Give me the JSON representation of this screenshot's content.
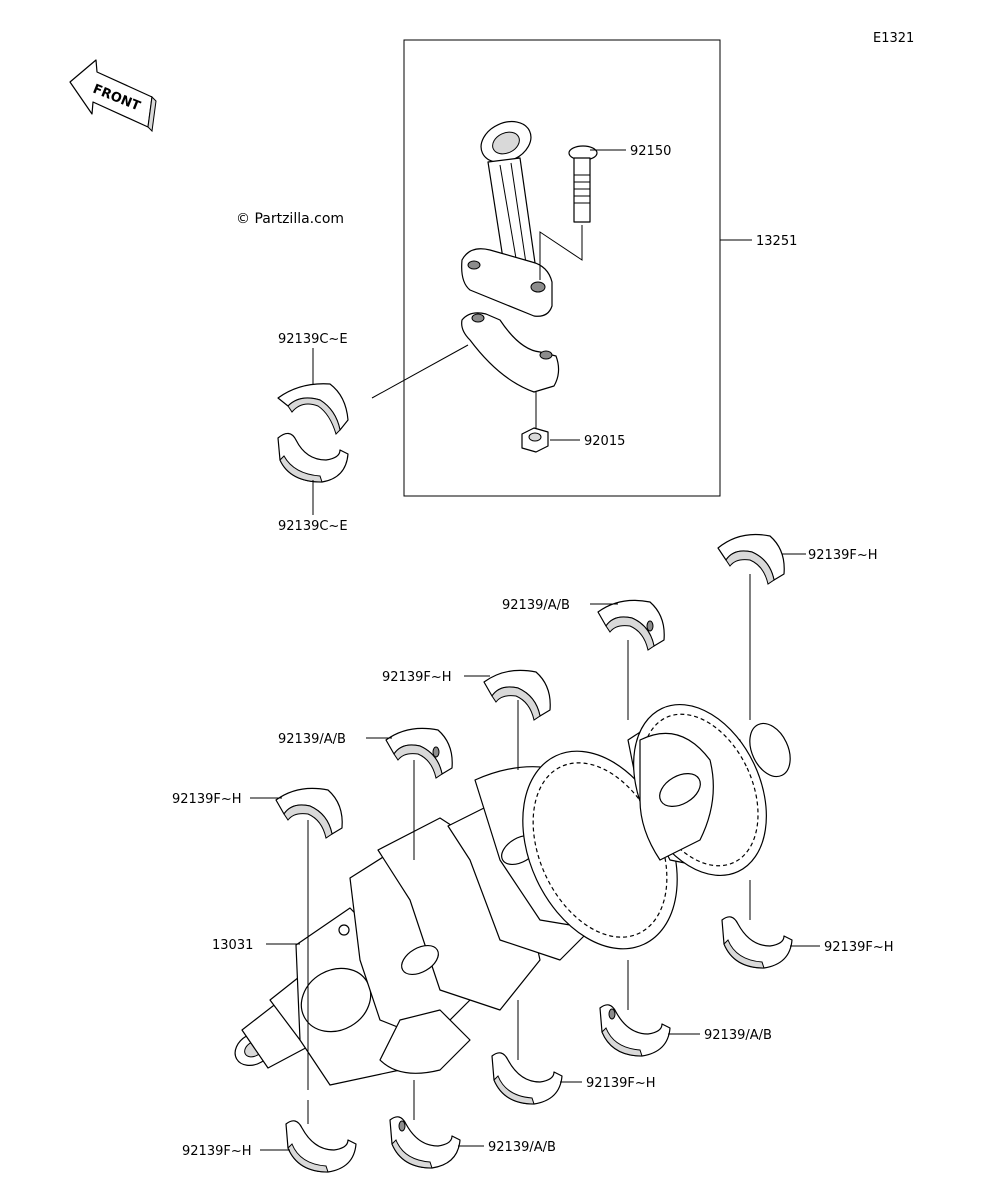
{
  "diagram_code": "E1321",
  "watermark": "© Partzilla.com",
  "front_arrow_label": "FRONT",
  "footer_text": [
    "",
    ""
  ],
  "callouts": {
    "p92150": "92150",
    "p13251": "13251",
    "p92139ce_top": "92139C~E",
    "p92139ce_bottom": "92139C~E",
    "p92015": "92015",
    "p92139fh_a": "92139F~H",
    "p92139ab_a": "92139/A/B",
    "p92139fh_b": "92139F~H",
    "p92139ab_b": "92139/A/B",
    "p92139fh_c": "92139F~H",
    "p13031": "13031",
    "p92139fh_d": "92139F~H",
    "p92139ab_c": "92139/A/B",
    "p92139fh_e": "92139F~H",
    "p92139fh_f": "92139F~H",
    "p92139ab_d": "92139/A/B"
  }
}
